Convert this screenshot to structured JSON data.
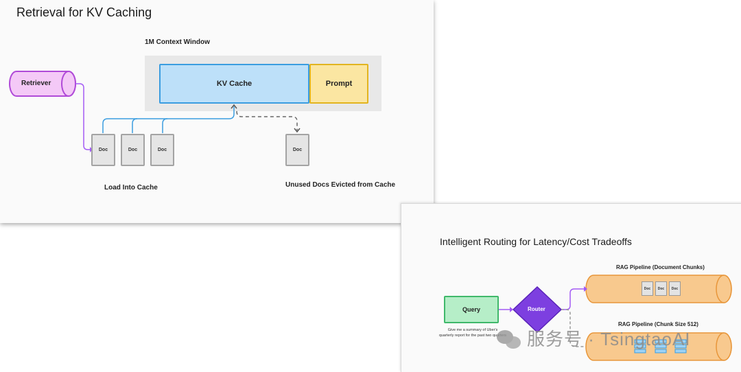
{
  "slide1": {
    "title": "Retrieval for KV Caching",
    "context_window_label": "1M Context Window",
    "kv_cache_label": "KV Cache",
    "prompt_label": "Prompt",
    "retriever_label": "Retriever",
    "docs": [
      "Doc",
      "Doc",
      "Doc"
    ],
    "evicted_doc": "Doc",
    "load_label": "Load Into Cache",
    "evicted_label": "Unused Docs Evicted from Cache"
  },
  "slide2": {
    "title": "Intelligent Routing for Latency/Cost Tradeoffs",
    "query_label": "Query",
    "query_caption_1": "Give me a summary of Uber's",
    "query_caption_2": "quarterly report for the past two quarters",
    "router_label": "Router",
    "rag1_label": "RAG Pipeline (Document Chunks)",
    "rag1_docs": [
      "Doc",
      "Doc",
      "Doc"
    ],
    "rag2_label": "RAG Pipeline (Chunk Size 512)"
  },
  "watermark": "服务号 · TsingtaoAI",
  "colors": {
    "kv_cache": "#bde0f9",
    "prompt": "#fbe6a2",
    "retriever": "#f4c9f7",
    "query": "#b6eec8",
    "router": "#7d3fe0",
    "rag_pipeline": "#f8c98e",
    "arrow_blue": "#3b9de0",
    "arrow_purple": "#a35bf5"
  }
}
